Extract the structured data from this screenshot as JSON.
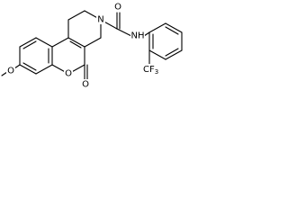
{
  "labels": {
    "methoxy": "O",
    "lactone_o": "O",
    "carbonyl_o": "O",
    "ring_n": "N",
    "amide_o": "O",
    "nh": "NH",
    "cf3": "CF",
    "cf3_sub": "3"
  },
  "colors": {
    "ink": "#000000",
    "background": "#ffffff"
  }
}
